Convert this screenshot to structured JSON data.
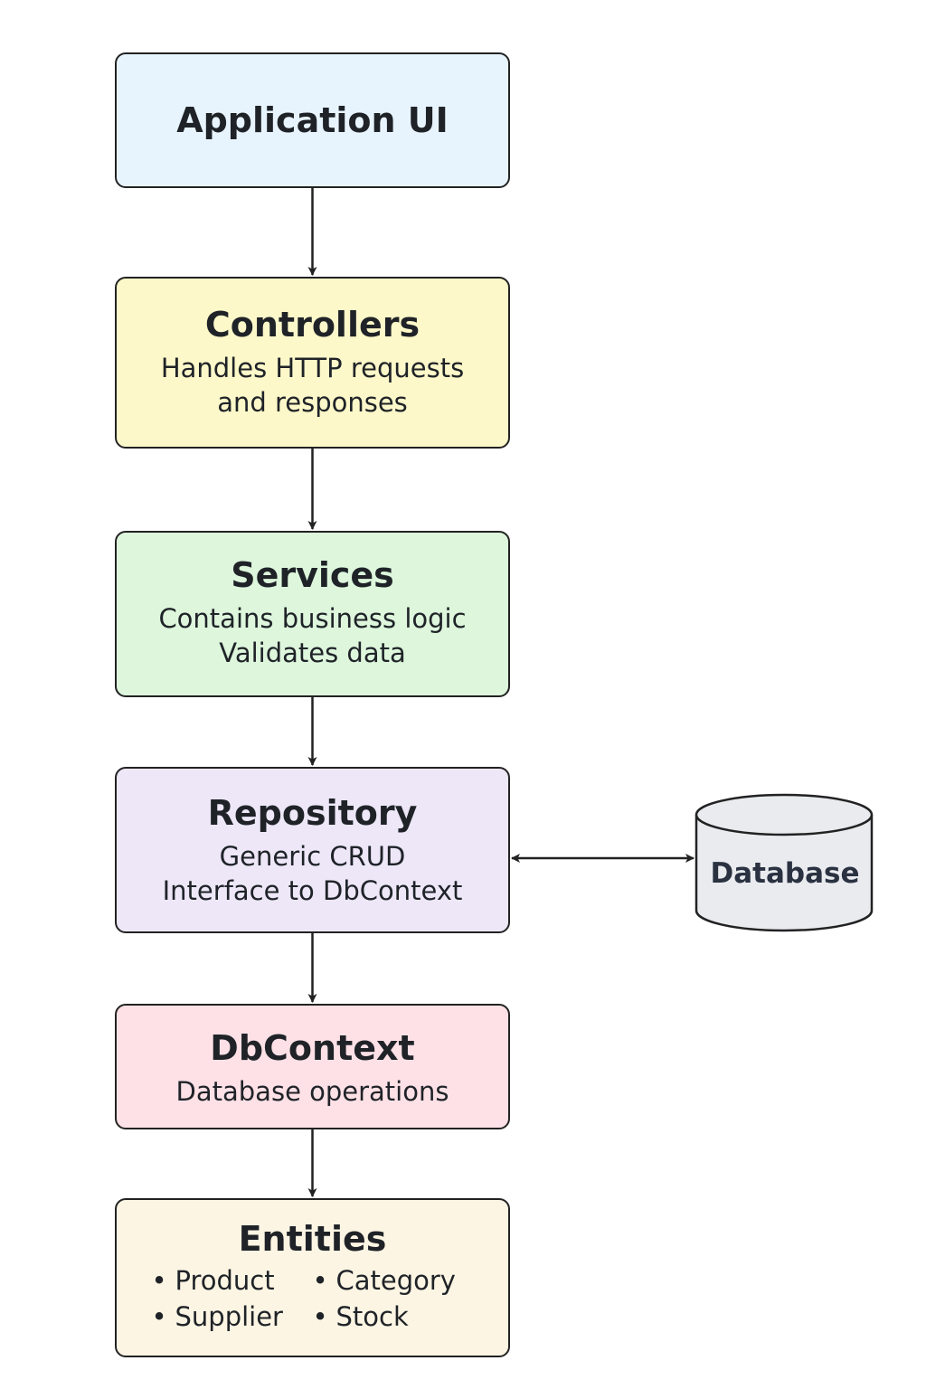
{
  "layers": {
    "application_ui": {
      "title": "Application UI"
    },
    "controllers": {
      "title": "Controllers",
      "lines": [
        "Handles HTTP requests",
        "and responses"
      ]
    },
    "services": {
      "title": "Services",
      "lines": [
        "Contains business logic",
        "Validates data"
      ]
    },
    "repository": {
      "title": "Repository",
      "lines": [
        "Generic CRUD",
        "Interface to DbContext"
      ]
    },
    "dbcontext": {
      "title": "DbContext",
      "lines": [
        "Database operations"
      ]
    },
    "entities": {
      "title": "Entities",
      "items": [
        "Product",
        "Category",
        "Supplier",
        "Stock"
      ]
    }
  },
  "database": {
    "label": "Database"
  },
  "colors": {
    "application_ui": "#e8f4fd",
    "controllers": "#fdf8c9",
    "services": "#ddf6dc",
    "repository": "#ede7f8",
    "dbcontext": "#fde1e6",
    "entities": "#fdf5e3",
    "database": "#e9ebef",
    "stroke": "#222222"
  }
}
